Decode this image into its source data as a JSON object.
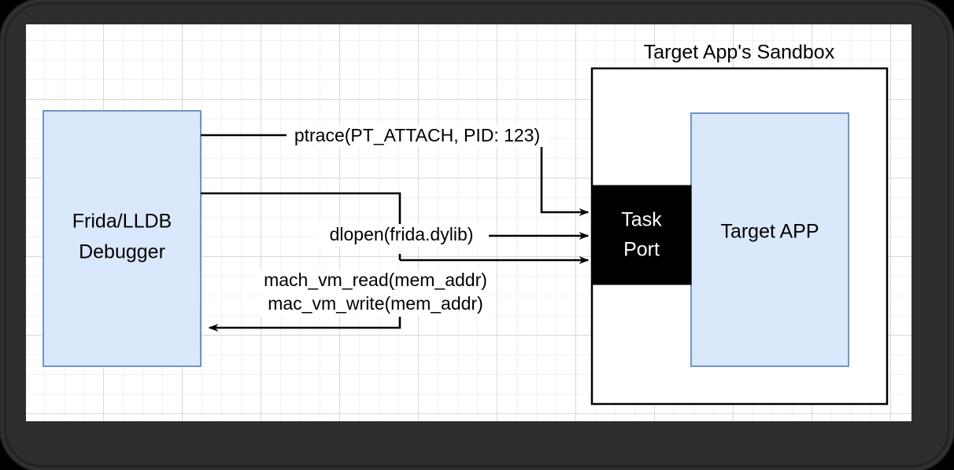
{
  "diagram": {
    "title": "Target App's Sandbox",
    "nodes": {
      "debugger": {
        "label_line1": "Frida/LLDB",
        "label_line2": "Debugger",
        "fill": "#dae8fc",
        "stroke": "#7095c9"
      },
      "task_port": {
        "label_line1": "Task",
        "label_line2": "Port",
        "fill": "#000000",
        "text_color": "#ffffff"
      },
      "target_app": {
        "label": "Target APP",
        "fill": "#dae8fc",
        "stroke": "#7095c9"
      },
      "sandbox": {
        "label": "Target App's Sandbox",
        "fill": "#ffffff",
        "stroke": "#000000"
      }
    },
    "edges": [
      {
        "id": "ptrace",
        "label": "ptrace(PT_ATTACH, PID: 123)",
        "from": "debugger",
        "to": "task_port",
        "direction": "right"
      },
      {
        "id": "dlopen",
        "label": "dlopen(frida.dylib)",
        "from": "debugger",
        "to": "task_port",
        "direction": "right"
      },
      {
        "id": "mach-vm-read",
        "label": "mach_vm_read(mem_addr)",
        "from": "debugger",
        "to": "task_port",
        "direction": "right"
      },
      {
        "id": "mac-vm-write",
        "label": "mac_vm_write(mem_addr)",
        "from": "task_port",
        "to": "debugger",
        "direction": "left"
      }
    ],
    "canvas": {
      "background": "#ffffff",
      "grid_minor_color": "#f1f1f1",
      "grid_major_color": "#d8d8d8",
      "grid_minor_size": 25,
      "grid_major_size": 100
    },
    "frame": {
      "background": "#2e2e2e",
      "page_background": "#000000"
    }
  }
}
